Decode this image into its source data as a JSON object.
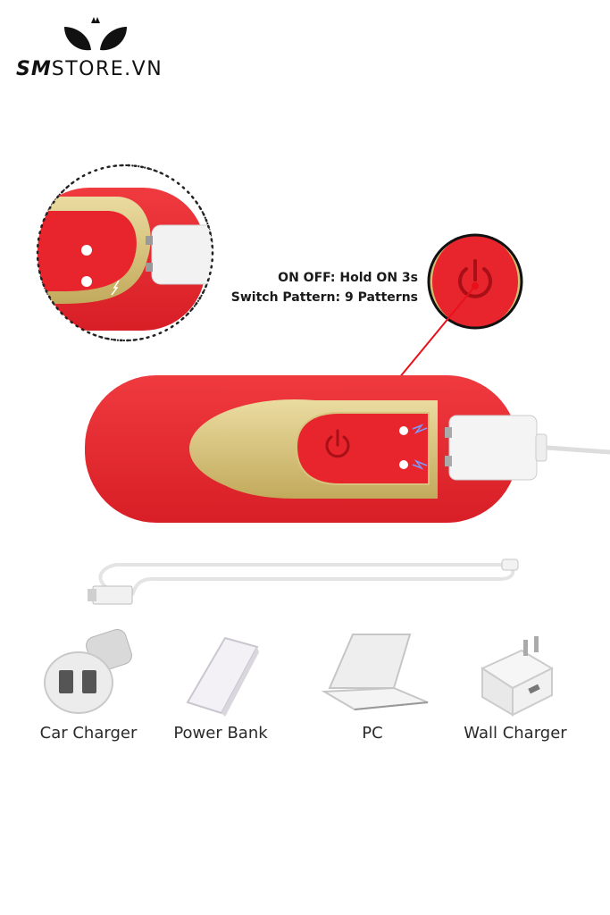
{
  "brand": {
    "logo_prefix": "SM",
    "logo_suffix": "STORE.VN",
    "logo_icon": "crown-cat-ears-logo"
  },
  "callout": {
    "line1": "ON OFF: Hold ON 3s",
    "line2": "Switch Pattern: 9 Patterns"
  },
  "device": {
    "body_color": "#e8252d",
    "gold_color": "#d6c27a",
    "icons": [
      "power-icon",
      "charging-contacts-icon",
      "magnetic-charging-cable-icon",
      "usb-cable-icon"
    ]
  },
  "chargers": [
    {
      "label": "Car Charger",
      "icon": "car-charger-icon"
    },
    {
      "label": "Power Bank",
      "icon": "power-bank-icon"
    },
    {
      "label": "PC",
      "icon": "laptop-icon"
    },
    {
      "label": "Wall Charger",
      "icon": "wall-charger-icon"
    }
  ]
}
